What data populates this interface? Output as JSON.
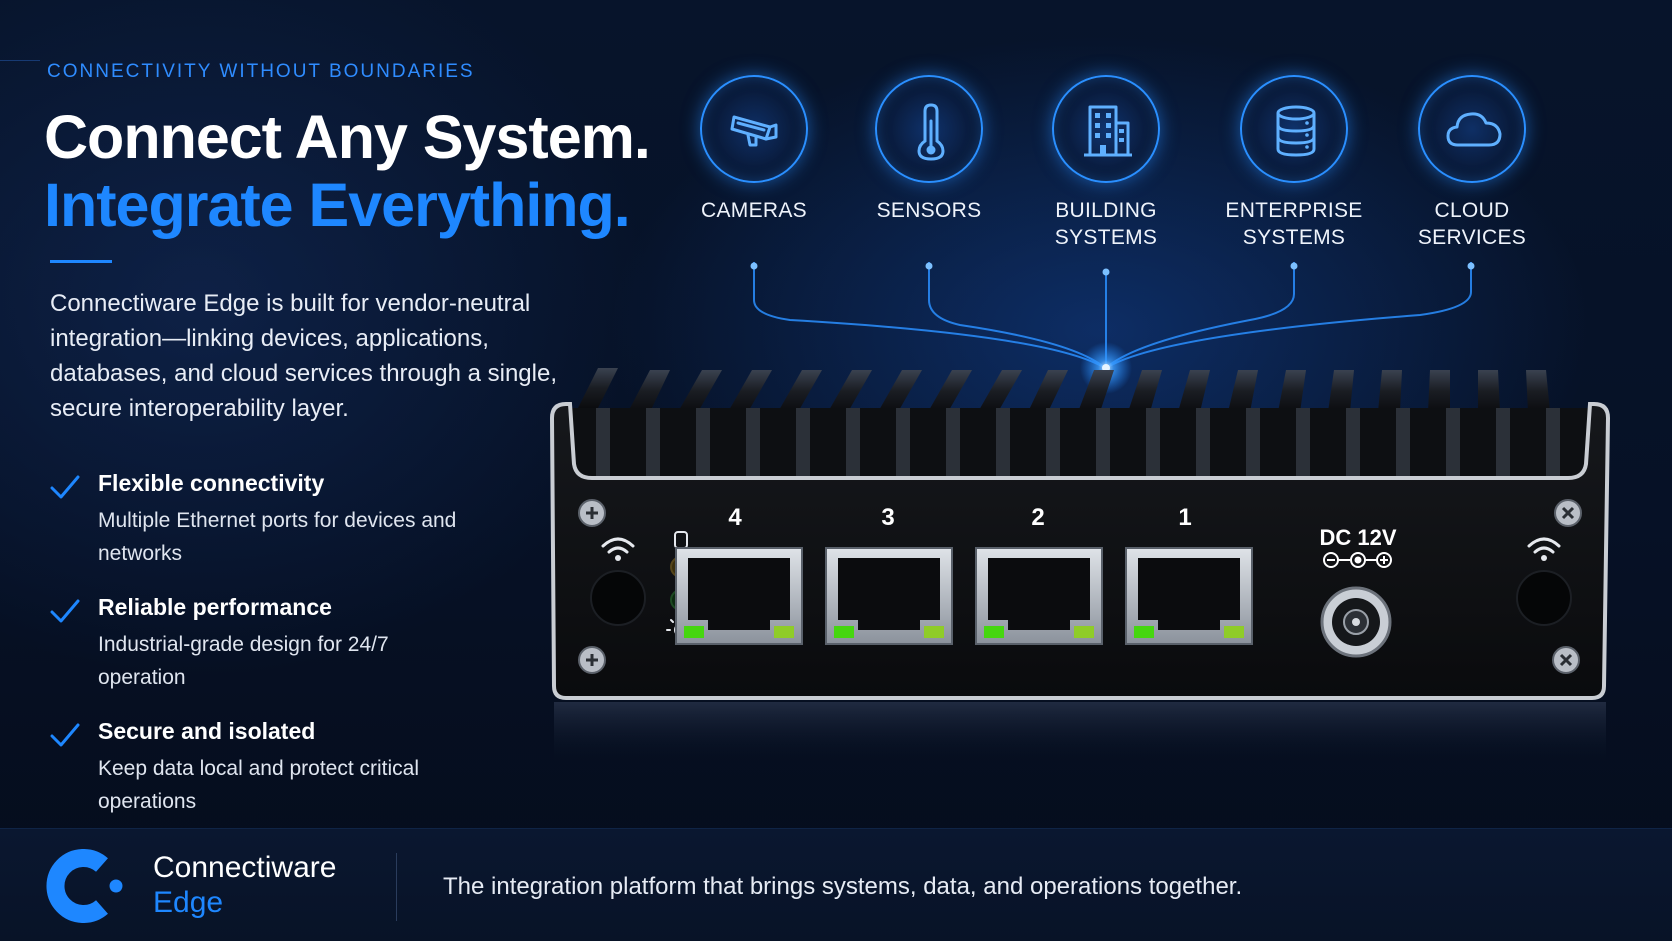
{
  "eyebrow": "CONNECTIVITY WITHOUT BOUNDARIES",
  "headline_line1": "Connect Any System.",
  "headline_line2": "Integrate Everything.",
  "intro": "Connectiware Edge is built for vendor-neutral integration—linking devices, applications, databases, and cloud services through a single, secure interoperability layer.",
  "features": [
    {
      "title": "Flexible connectivity",
      "description": "Multiple Ethernet ports for devices and networks",
      "icon": "check-icon"
    },
    {
      "title": "Reliable performance",
      "description": "Industrial-grade design for 24/7 operation",
      "icon": "check-icon"
    },
    {
      "title": "Secure and isolated",
      "description": "Keep data local and protect critical operations",
      "icon": "check-icon"
    }
  ],
  "systems": [
    {
      "label": "CAMERAS",
      "icon": "security-camera-icon"
    },
    {
      "label": "SENSORS",
      "icon": "thermometer-icon"
    },
    {
      "label": "BUILDING\nSYSTEMS",
      "icon": "building-icon"
    },
    {
      "label": "ENTERPRISE\nSYSTEMS",
      "icon": "database-icon"
    },
    {
      "label": "CLOUD\nSERVICES",
      "icon": "cloud-icon"
    }
  ],
  "device": {
    "ports": [
      "4",
      "3",
      "2",
      "1"
    ],
    "power_label": "DC 12V",
    "icons": [
      "wifi-icon",
      "storage-led-icon",
      "power-led-icon",
      "power-indicator-icon"
    ]
  },
  "brand": {
    "name": "Connectiware",
    "product": "Edge"
  },
  "tagline": "The integration platform that brings systems, data, and operations together.",
  "colors": {
    "accent": "#1e87ff",
    "background": "#061126",
    "led_green": "#46d60f",
    "led_amber": "#c79a14"
  }
}
